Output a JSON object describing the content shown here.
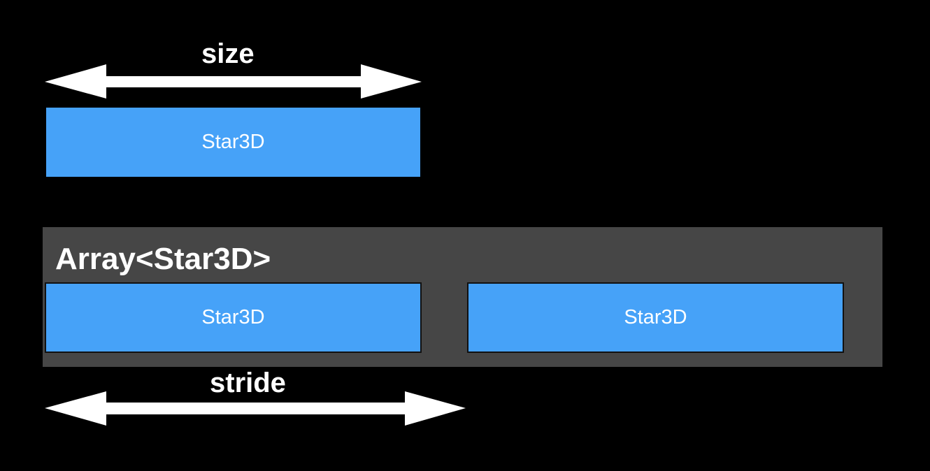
{
  "size_label": "size",
  "stride_label": "stride",
  "single_element": {
    "label": "Star3D"
  },
  "array": {
    "title": "Array<Star3D>",
    "elements": [
      {
        "label": "Star3D"
      },
      {
        "label": "Star3D"
      }
    ]
  },
  "colors": {
    "background": "#000000",
    "element_fill": "#46a2f8",
    "array_fill": "#464646",
    "arrow": "#ffffff",
    "text": "#ffffff"
  }
}
